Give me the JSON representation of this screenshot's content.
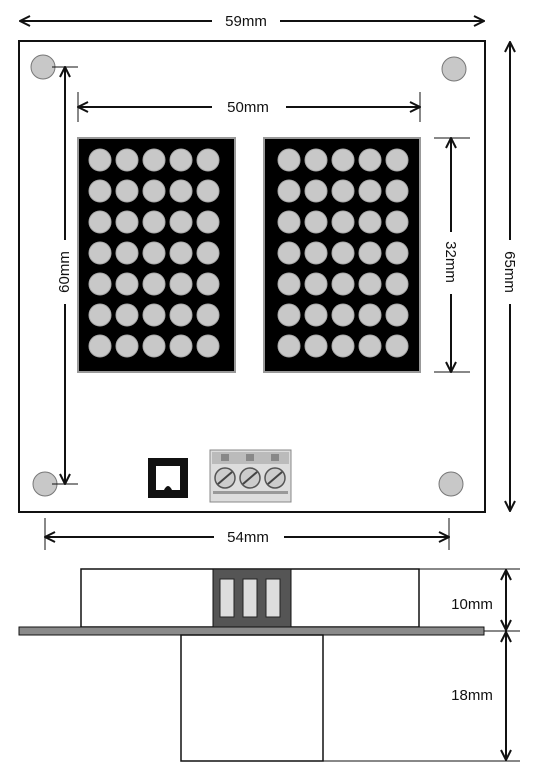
{
  "dimensions": {
    "board_width": "59mm",
    "matrix_span": "50mm",
    "hole_vertical": "60mm",
    "matrix_height": "32mm",
    "board_height": "65mm",
    "hole_horizontal": "54mm",
    "upper_height": "10mm",
    "lower_height": "18mm"
  },
  "matrix": {
    "rows": 7,
    "cols": 5,
    "count": 2
  },
  "terminal": {
    "pins": 3
  },
  "colors": {
    "board_fill": "#ffffff",
    "outline": "#111111",
    "matrix_fill": "#000000",
    "led": "#c8c8c8",
    "hole": "#c8c8c8",
    "side_bar": "#8a8a8a",
    "terminal": "#555555"
  }
}
